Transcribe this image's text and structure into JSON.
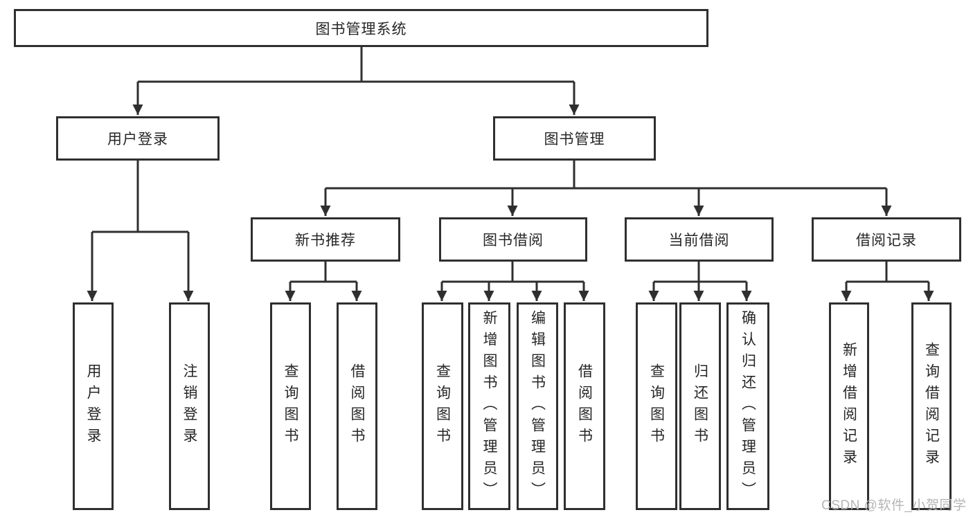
{
  "tree": {
    "root": {
      "label": "图书管理系统",
      "children": [
        {
          "label": "用户登录",
          "children": [
            {
              "label": "用户登录"
            },
            {
              "label": "注销登录"
            }
          ]
        },
        {
          "label": "图书管理",
          "children": [
            {
              "label": "新书推荐",
              "children": [
                {
                  "label": "查询图书"
                },
                {
                  "label": "借阅图书"
                }
              ]
            },
            {
              "label": "图书借阅",
              "children": [
                {
                  "label": "查询图书"
                },
                {
                  "label": "新增图书（管理员）"
                },
                {
                  "label": "编辑图书（管理员）"
                },
                {
                  "label": "借阅图书"
                }
              ]
            },
            {
              "label": "当前借阅",
              "children": [
                {
                  "label": "查询图书"
                },
                {
                  "label": "归还图书"
                },
                {
                  "label": "确认归还（管理员）"
                }
              ]
            },
            {
              "label": "借阅记录",
              "children": [
                {
                  "label": "新增借阅记录"
                },
                {
                  "label": "查询借阅记录"
                }
              ]
            }
          ]
        }
      ]
    }
  },
  "watermark": "CSDN @软件_小贺同学",
  "colors": {
    "line": "#2f2f2f",
    "text": "#262626",
    "background": "#ffffff",
    "watermark": "#b5b5b5"
  }
}
